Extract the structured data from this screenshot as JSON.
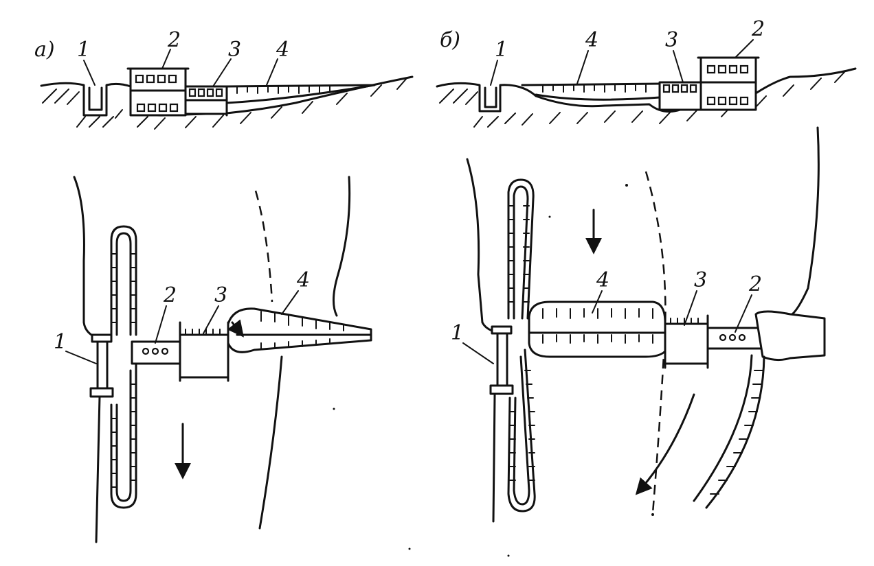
{
  "panels": [
    {
      "letter": "а)",
      "profile_labels": [
        "1",
        "2",
        "3",
        "4"
      ],
      "plan_labels": [
        "1",
        "2",
        "3",
        "4"
      ]
    },
    {
      "letter": "б)",
      "profile_labels": [
        "1",
        "4",
        "3",
        "2"
      ],
      "plan_labels": [
        "1",
        "4",
        "3",
        "2"
      ]
    }
  ]
}
